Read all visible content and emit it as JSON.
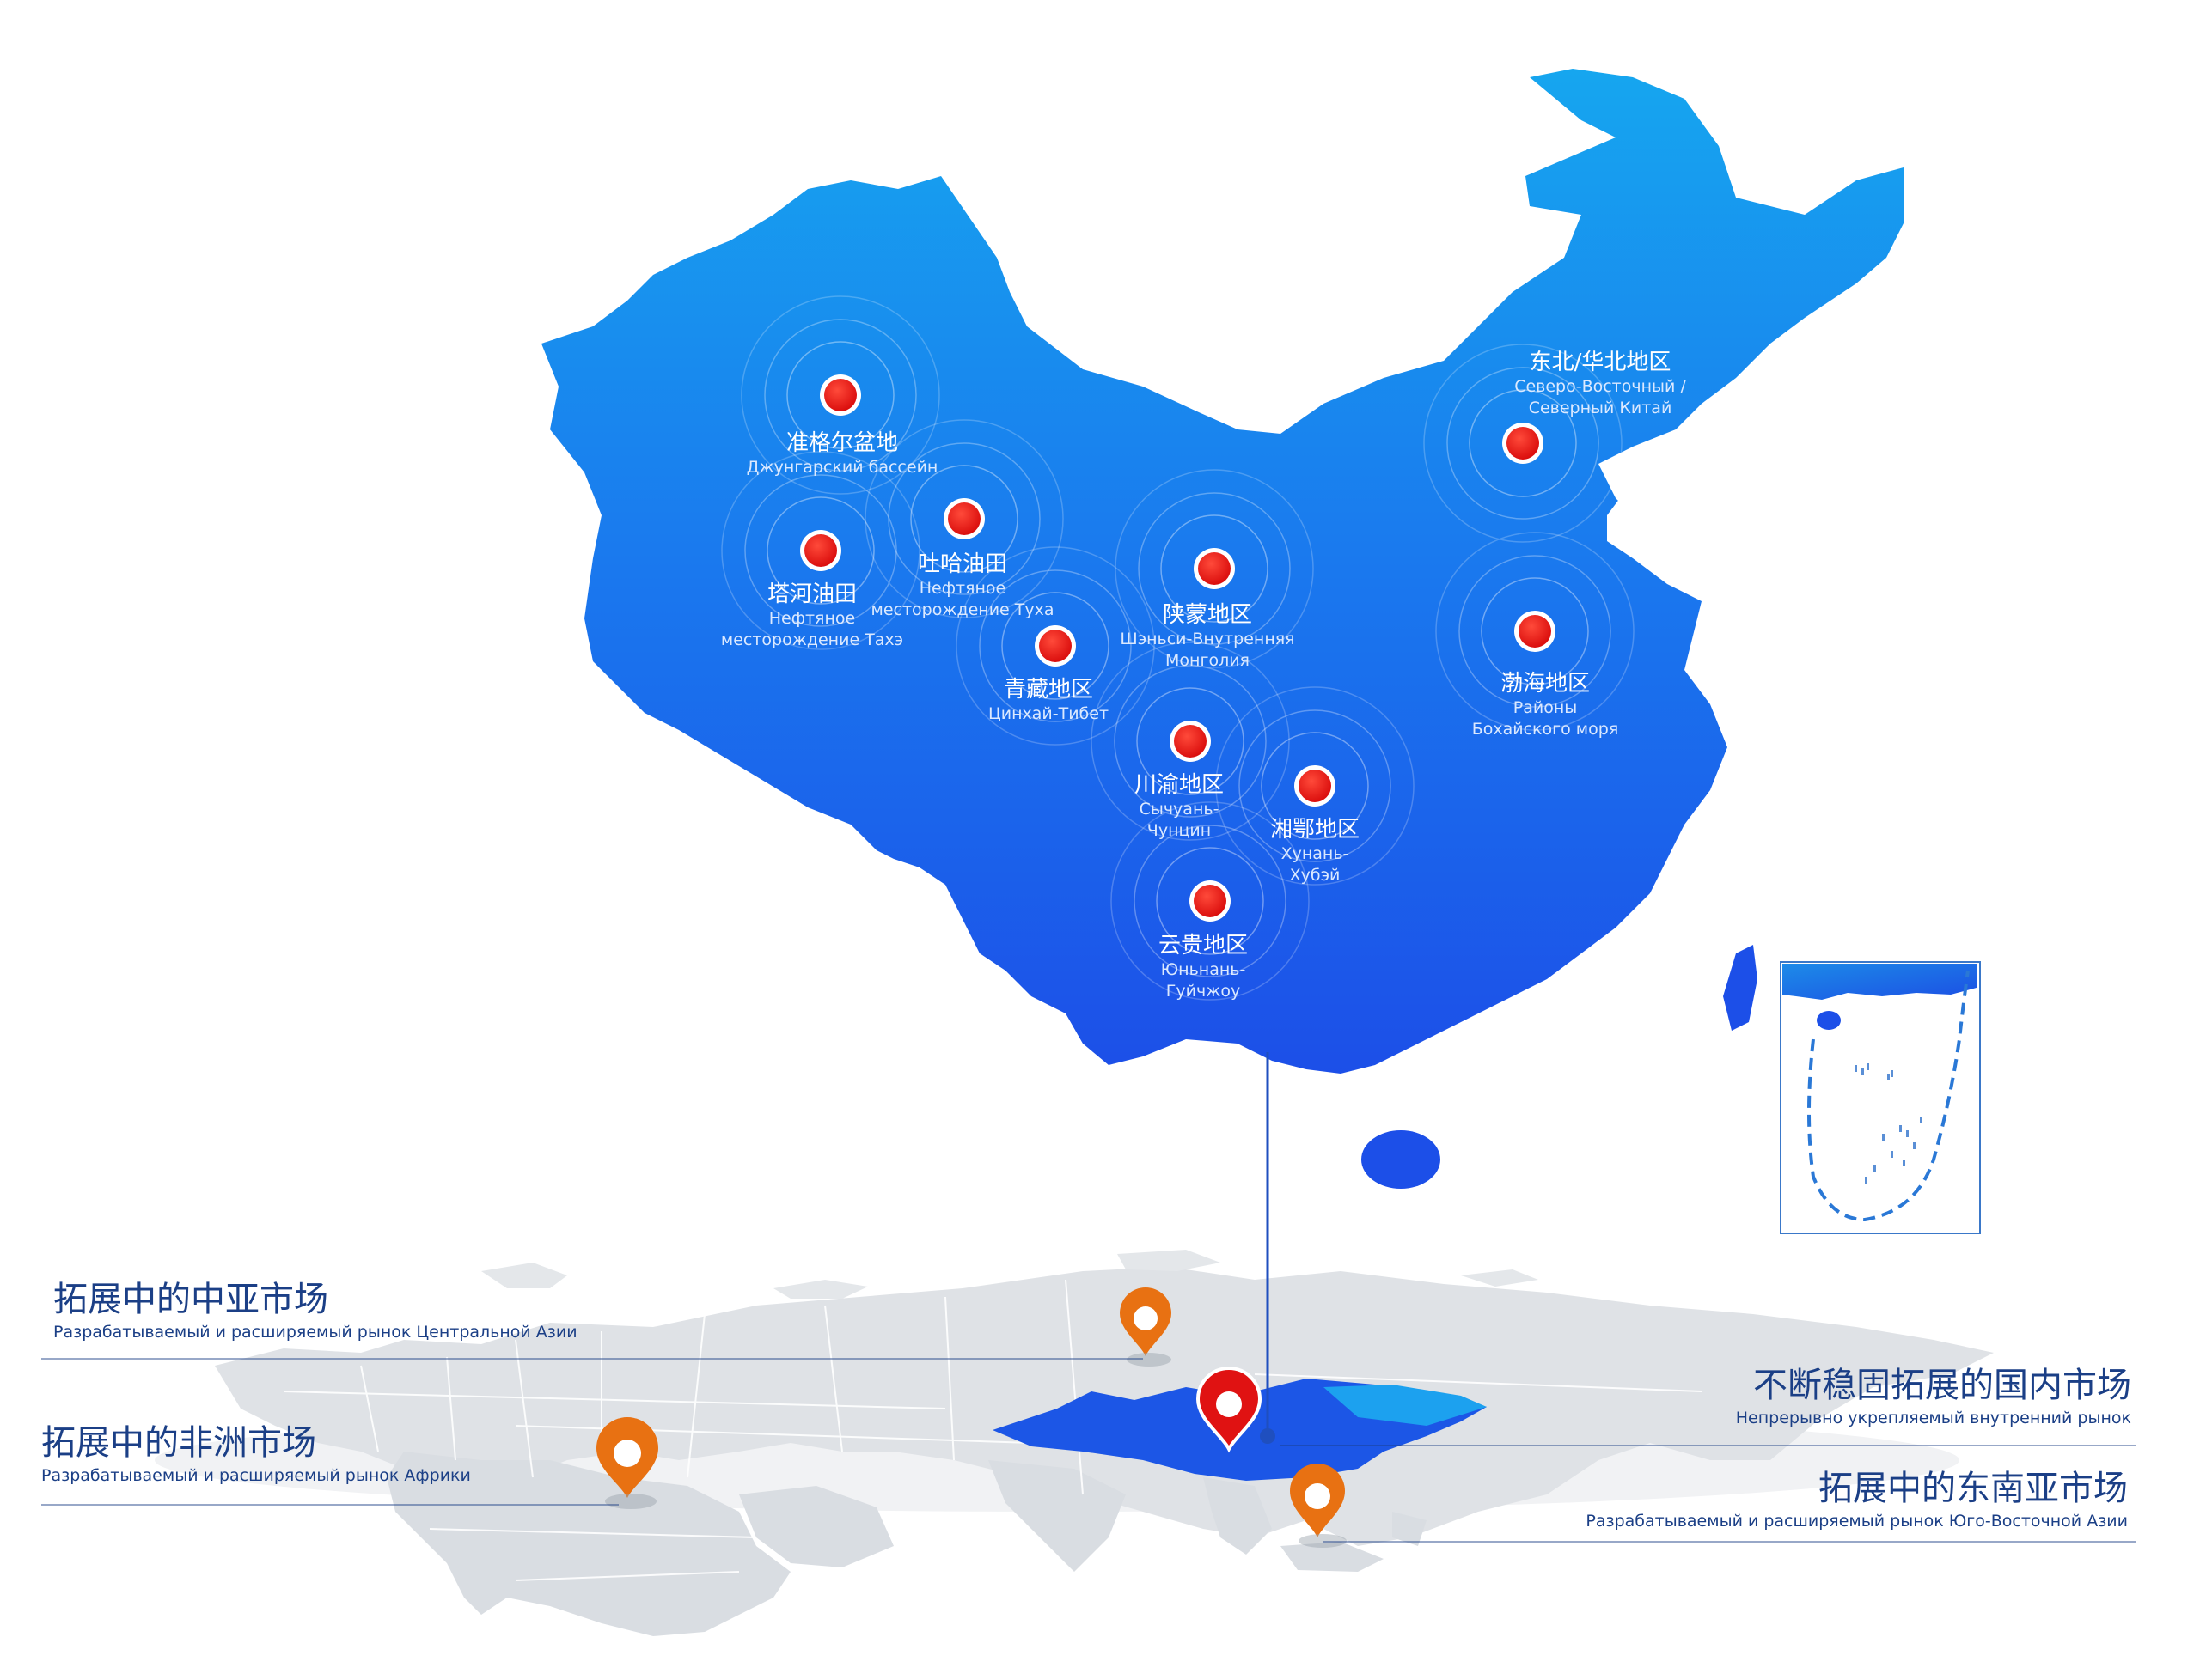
{
  "colors": {
    "china_top": "#16a6ef",
    "china_bottom": "#1c4fe8",
    "pin_red": "#e01212",
    "pin_orange": "#e87112",
    "world_land": "#dfe2e6",
    "text_blue": "#1b3f86"
  },
  "regions": [
    {
      "zh": "准格尔盆地",
      "ru": "Джунгарский бассейн"
    },
    {
      "zh": "吐哈油田",
      "ru": "Нефтяное месторождение Туха"
    },
    {
      "zh": "塔河油田",
      "ru": "Нефтяное месторождение Тахэ"
    },
    {
      "zh": "青藏地区",
      "ru": "Цинхай-Тибет"
    },
    {
      "zh": "陕蒙地区",
      "ru": "Шэньси-Внутренняя Монголия"
    },
    {
      "zh": "川渝地区",
      "ru": "Сычуань-Чунцин"
    },
    {
      "zh": "湘鄂地区",
      "ru": "Хунань-Хубэй"
    },
    {
      "zh": "云贵地区",
      "ru": "Юньнань-Гуйчжоу"
    },
    {
      "zh": "东北/华北地区",
      "ru": "Северо-Восточный / Северный Китай"
    },
    {
      "zh": "渤海地区",
      "ru": "Районы Бохайского моря"
    }
  ],
  "markets": {
    "central_asia": {
      "zh": "拓展中的中亚市场",
      "ru": "Разрабатываемый и расширяемый рынок Центральной Азии"
    },
    "africa": {
      "zh": "拓展中的非洲市场",
      "ru": "Разрабатываемый и расширяемый рынок Африки"
    },
    "domestic": {
      "zh": "不断稳固拓展的国内市场",
      "ru": "Непрерывно укрепляемый внутренний рынок"
    },
    "southeast_asia": {
      "zh": "拓展中的东南亚市场",
      "ru": "Разрабатываемый и расширяемый рынок Юго-Восточной Азии"
    }
  }
}
